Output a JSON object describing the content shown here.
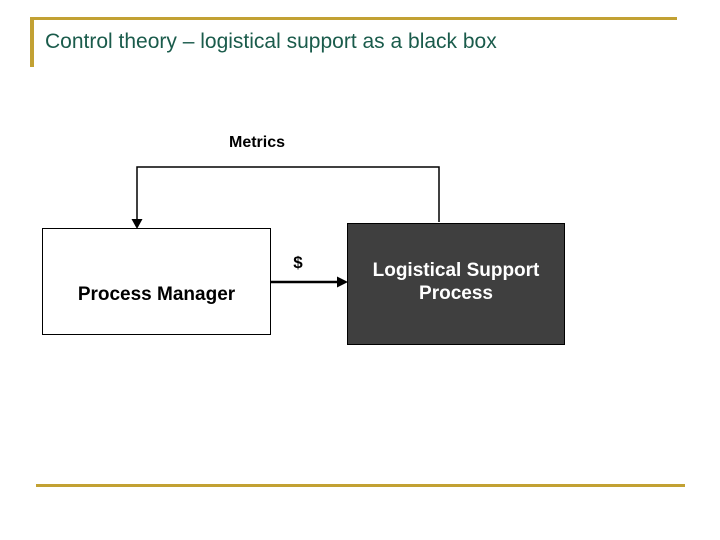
{
  "slide": {
    "title": "Control theory – logistical support as a black box"
  },
  "diagram": {
    "feedback_label": "Metrics",
    "money_label": "$",
    "process_manager": {
      "label": "Process Manager"
    },
    "logistical_support": {
      "label": "Logistical Support Process"
    }
  },
  "colors": {
    "accent_gold": "#C2A133",
    "title_green": "#1A5B4B",
    "dark_box_fill": "#3F3F3F",
    "dark_box_text": "#FFFFFF",
    "connector_black": "#000000"
  }
}
